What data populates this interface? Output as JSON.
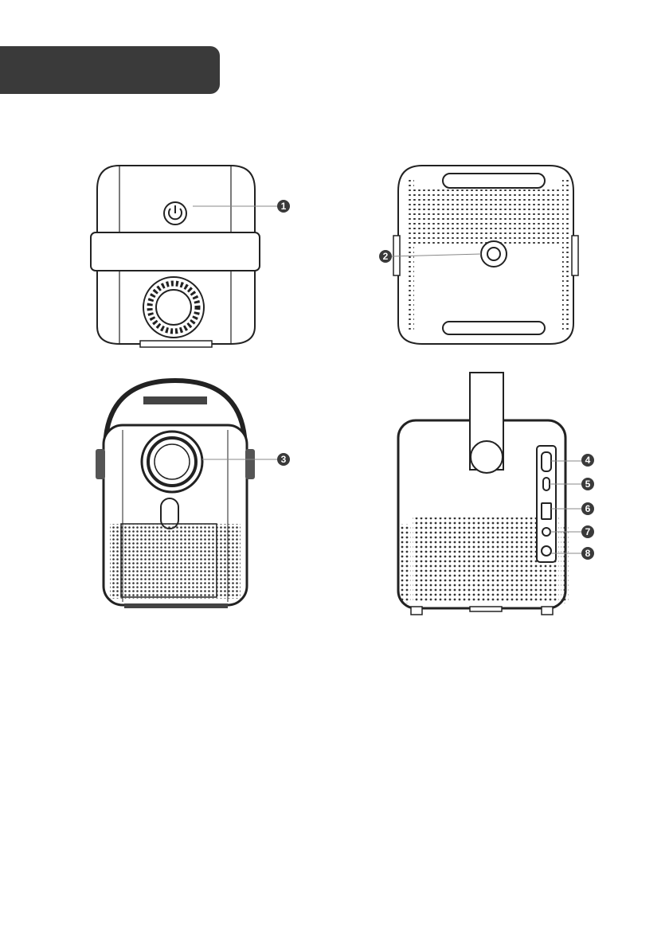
{
  "header": {
    "title": ""
  },
  "colors": {
    "outline": "#222222",
    "badge": "#3a3a3a",
    "grille_dot": "#333333"
  },
  "callouts": [
    {
      "id": "1",
      "label": "1",
      "view": "top"
    },
    {
      "id": "2",
      "label": "2",
      "view": "bottom"
    },
    {
      "id": "3",
      "label": "3",
      "view": "front"
    },
    {
      "id": "4",
      "label": "4",
      "view": "back"
    },
    {
      "id": "5",
      "label": "5",
      "view": "back"
    },
    {
      "id": "6",
      "label": "6",
      "view": "back"
    },
    {
      "id": "7",
      "label": "7",
      "view": "back"
    },
    {
      "id": "8",
      "label": "8",
      "view": "back"
    }
  ]
}
